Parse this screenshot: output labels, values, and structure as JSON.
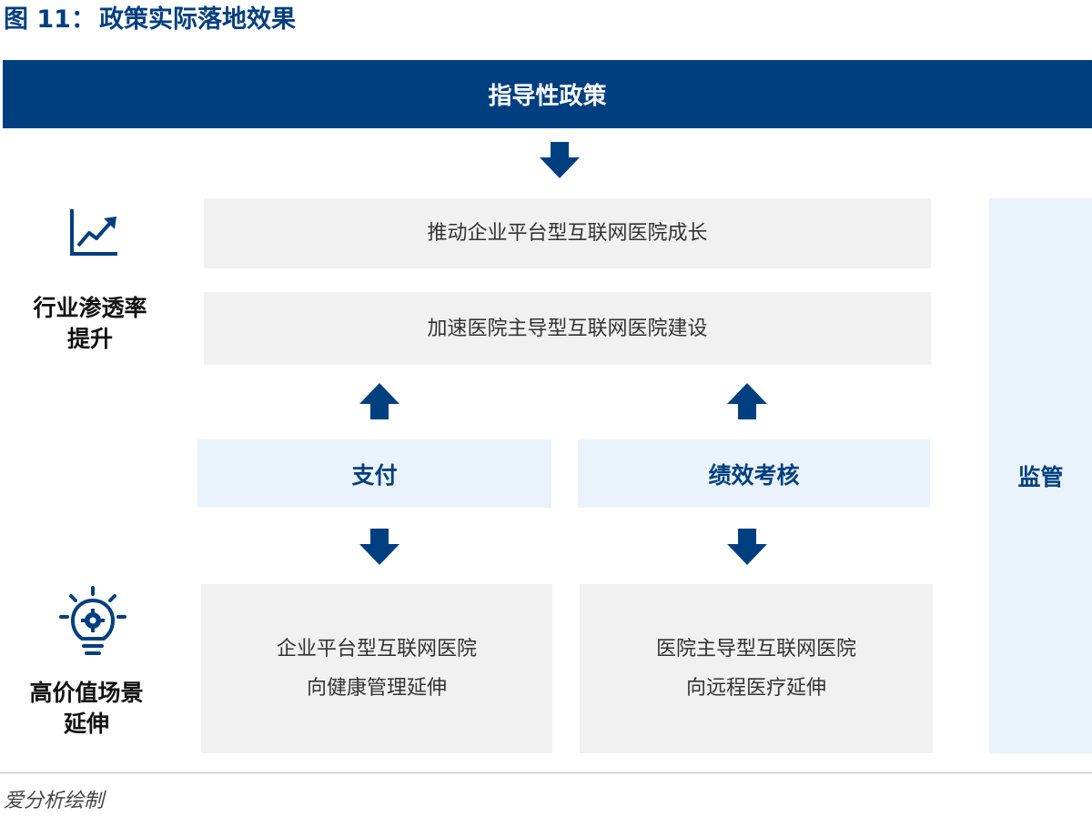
{
  "figure": {
    "number": "图 11：",
    "title": "政策实际落地效果"
  },
  "header": {
    "label": "指导性政策"
  },
  "left_labels": {
    "top": [
      "行业渗透率",
      "提升"
    ],
    "bottom": [
      "高价值场景",
      "延伸"
    ]
  },
  "icons": {
    "top": "trend-chart-icon",
    "bottom": "lightbulb-gear-icon"
  },
  "boxes": {
    "promote": "推动企业平台型互联网医院成长",
    "accelerate": "加速医院主导型互联网医院建设",
    "payment": "支付",
    "performance": "绩效考核",
    "enterprise": [
      "企业平台型互联网医院",
      "向健康管理延伸"
    ],
    "hospital": [
      "医院主导型互联网医院",
      "向远程医疗延伸"
    ],
    "supervision": "监管"
  },
  "source": "爱分析绘制",
  "colors": {
    "primary": "#003F7F",
    "grey_box": "#F1F1F1",
    "light_box": "#EAF3FB"
  }
}
